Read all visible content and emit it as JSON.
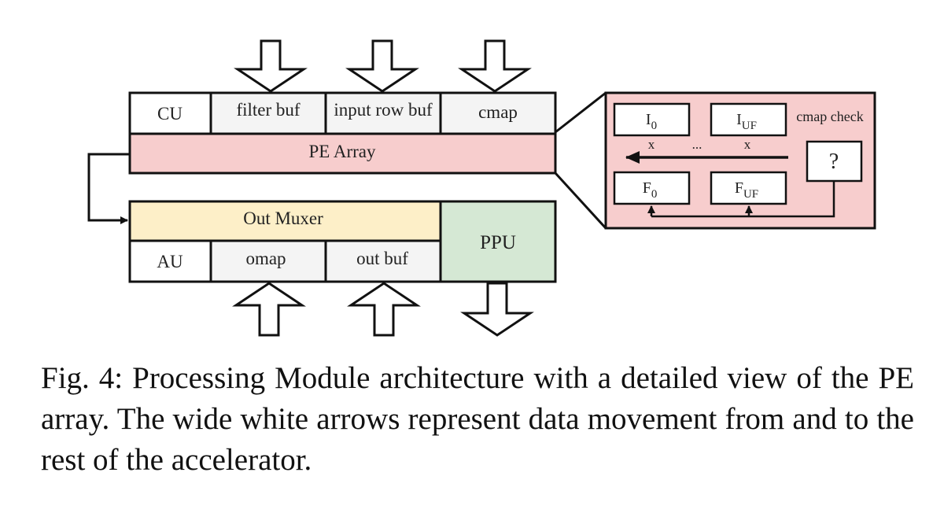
{
  "diagram": {
    "top_row": {
      "cu": "CU",
      "filter_buf": "filter buf",
      "input_row_buf": "input row buf",
      "cmap": "cmap"
    },
    "pe_array": "PE Array",
    "out_muxer": "Out Muxer",
    "bottom_row": {
      "au": "AU",
      "omap": "omap",
      "out_buf": "out buf"
    },
    "ppu": "PPU",
    "pe_detail": {
      "cmap_check": "cmap check",
      "question": "?",
      "i_base": "I",
      "i0_sub": "0",
      "iuf_sub": "UF",
      "f_base": "F",
      "f0_sub": "0",
      "fuf_sub": "UF",
      "mult_1": "x",
      "mult_2": "x",
      "ellipsis": "..."
    },
    "colors": {
      "pink": "#f7cdcd",
      "yellow": "#fdefc8",
      "green": "#d5e8d4",
      "gray": "#f4f4f4",
      "white": "#ffffff",
      "stroke": "#111111"
    }
  },
  "caption": {
    "label": "Fig. 4:",
    "text": "Processing Module architecture with a detailed view of the PE array. The wide white arrows represent data movement from and to the rest of the accelerator."
  }
}
